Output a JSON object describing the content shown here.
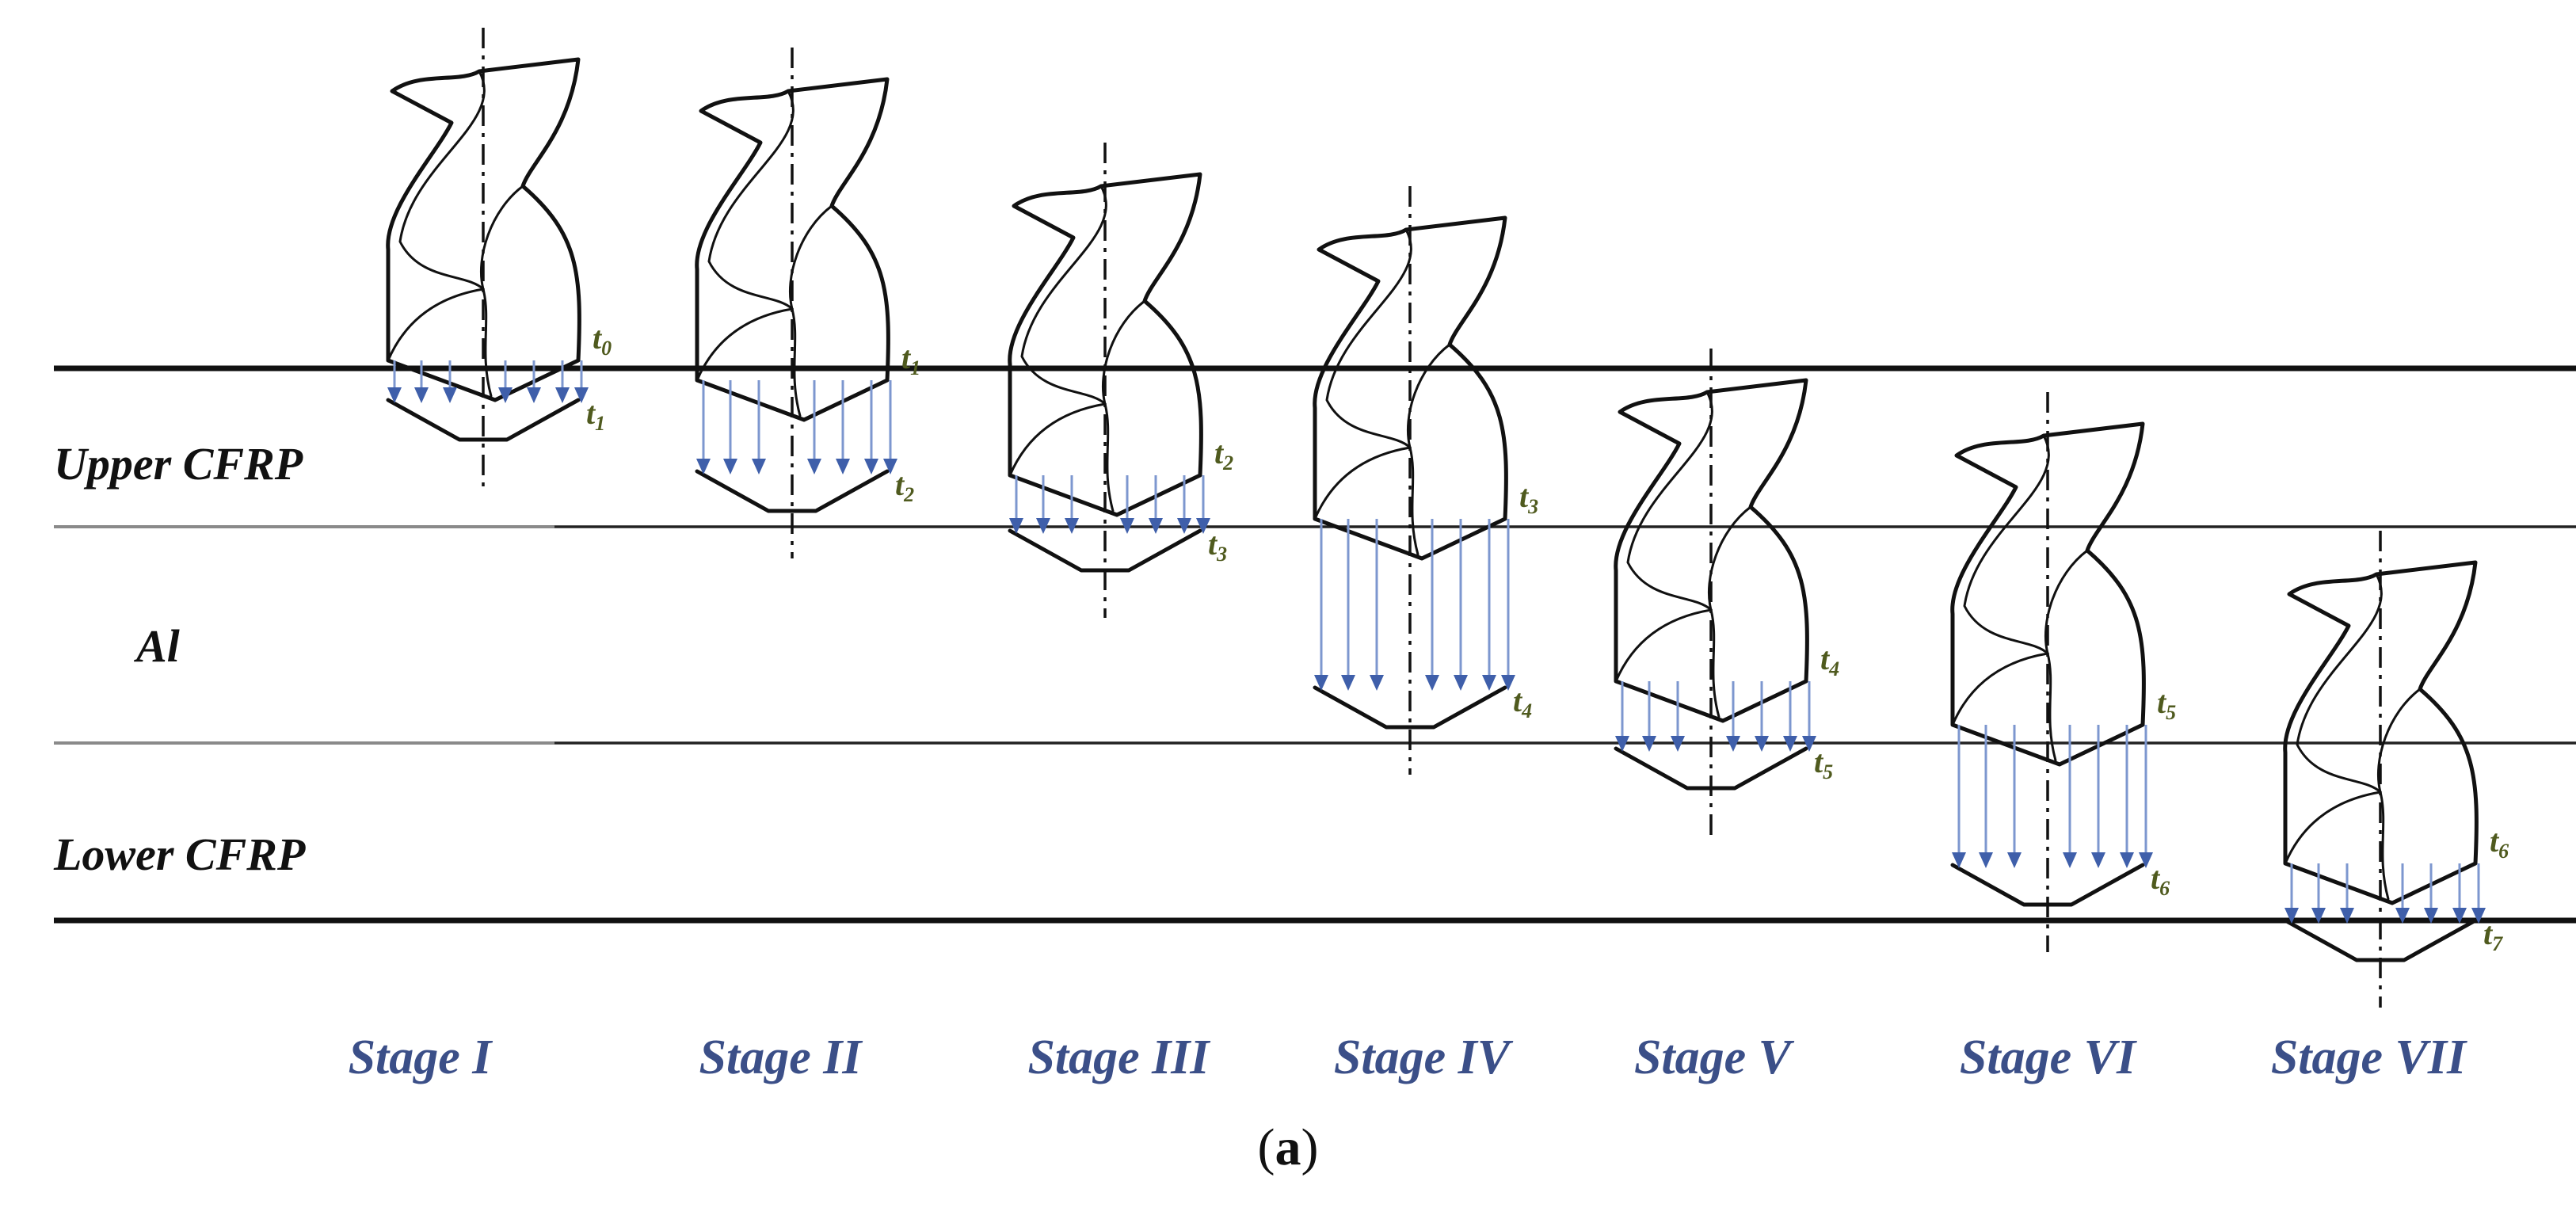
{
  "layers": [
    {
      "label": "Upper CFRP"
    },
    {
      "label": "Al"
    },
    {
      "label": "Lower CFRP"
    }
  ],
  "stages": [
    {
      "label": "Stage I",
      "t_top": "0",
      "t_bot": "1"
    },
    {
      "label": "Stage II",
      "t_top": "1",
      "t_bot": "2"
    },
    {
      "label": "Stage III",
      "t_top": "2",
      "t_bot": "3"
    },
    {
      "label": "Stage IV",
      "t_top": "3",
      "t_bot": "4"
    },
    {
      "label": "Stage V",
      "t_top": "4",
      "t_bot": "5"
    },
    {
      "label": "Stage VI",
      "t_top": "5",
      "t_bot": "6"
    },
    {
      "label": "Stage VII",
      "t_top": "6",
      "t_bot": "7"
    }
  ],
  "caption": {
    "open": "(",
    "letter": "a",
    "close": ")"
  },
  "colors": {
    "stage_label": "#3b4f88",
    "arrow": "#3f5faa",
    "time_label": "#4f5a1e"
  }
}
